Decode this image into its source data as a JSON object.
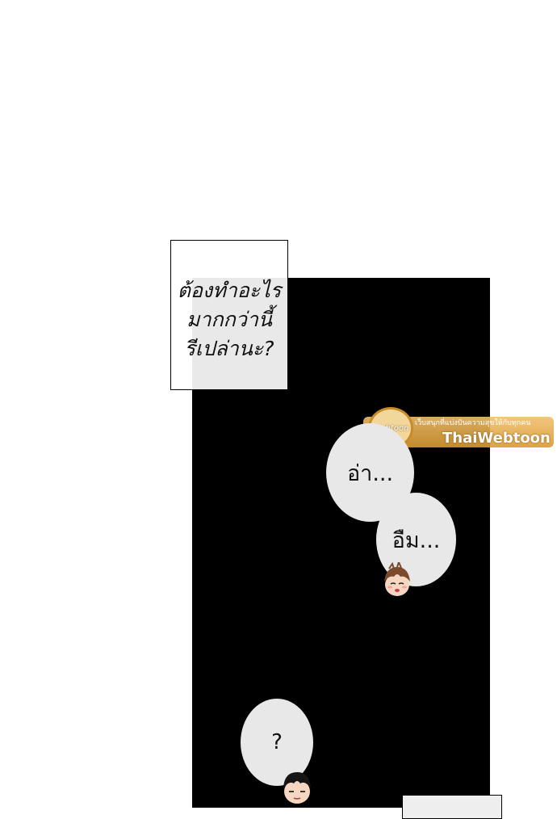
{
  "narration": {
    "lines": [
      "ต้องทำอะไร",
      "มากกว่านี้",
      "รีเปล่านะ?"
    ]
  },
  "bubbles": {
    "first": "อ่า...",
    "second": "อืม...",
    "third": "?"
  },
  "watermark": {
    "tagline": "เว็บสนุกที่แบ่งปันความสุขให้กับทุกคน",
    "brand": "ThaiWebtoon",
    "logo_text": "Webtoon"
  },
  "colors": {
    "panel": "#000000",
    "bubble": "#e8e8e8",
    "watermark_accent": "#d99a30"
  }
}
